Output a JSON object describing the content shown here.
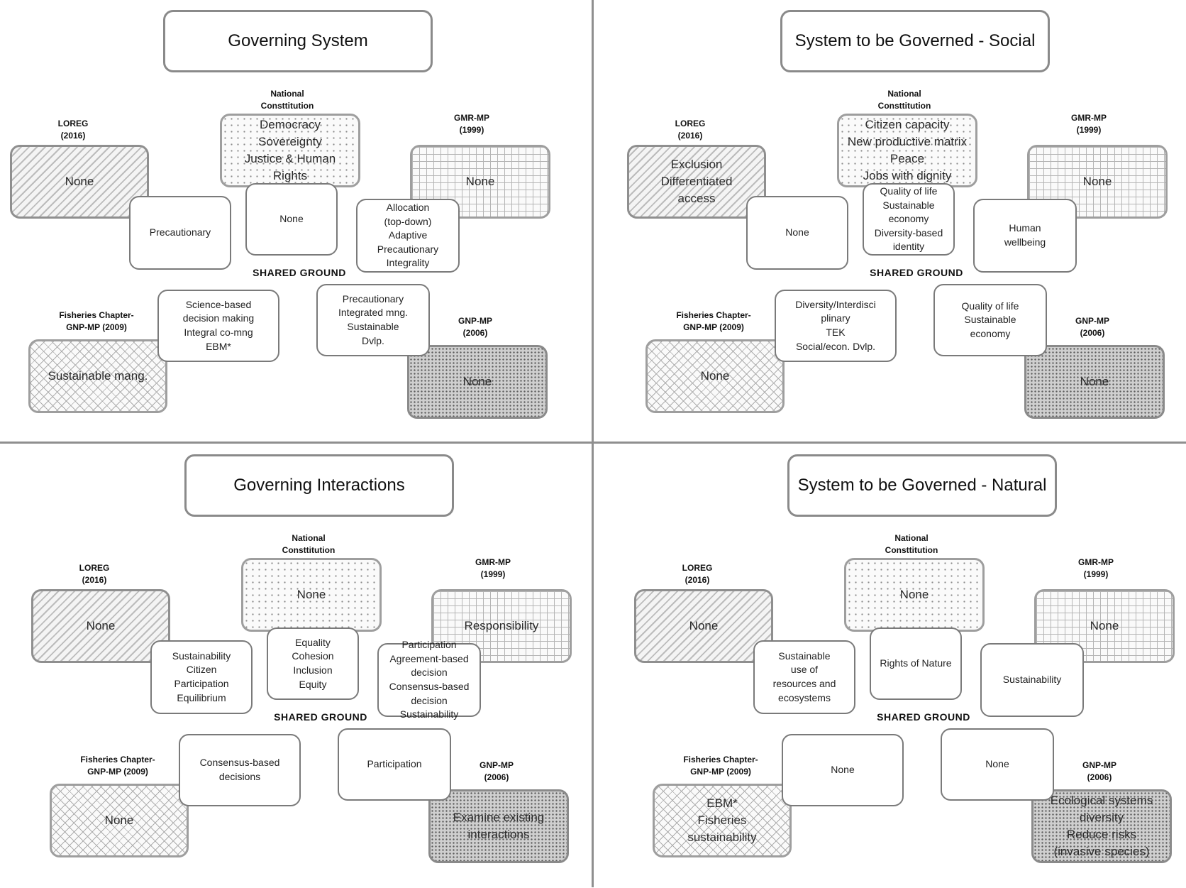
{
  "quadrants": [
    {
      "title": "Governing System",
      "labels": {
        "national": [
          "National",
          "Consttitution"
        ],
        "loreg": [
          "LOREG",
          "(2016)"
        ],
        "gmr": [
          "GMR-MP",
          "(1999)"
        ],
        "fisheries": [
          "Fisheries Chapter-",
          "GNP-MP  (2009)"
        ],
        "gnp": [
          "GNP-MP",
          "(2006)"
        ]
      },
      "shared_ground": "SHARED  GROUND",
      "outer": {
        "national": [
          "Democracy",
          "Sovereignty",
          "Justice & Human",
          "Rights"
        ],
        "loreg": [
          "None"
        ],
        "gmr": [
          "None"
        ],
        "fisheries": [
          "Sustainable mang."
        ],
        "gnp": [
          "None"
        ]
      },
      "inner": {
        "left": [
          "Precautionary"
        ],
        "center": [
          "None"
        ],
        "right": [
          "Allocation",
          "(top-down)",
          "Adaptive",
          "Precautionary",
          "Integrality"
        ],
        "bottom_left": [
          "Science-based",
          "decision making",
          "Integral co-mng",
          "EBM*"
        ],
        "bottom_right": [
          "Precautionary",
          "Integrated mng.",
          "Sustainable",
          "Dvlp."
        ]
      }
    },
    {
      "title": "System to be Governed - Social",
      "labels": {
        "national": [
          "National",
          "Consttitution"
        ],
        "loreg": [
          "LOREG",
          "(2016)"
        ],
        "gmr": [
          "GMR-MP",
          "(1999)"
        ],
        "fisheries": [
          "Fisheries Chapter-",
          "GNP-MP  (2009)"
        ],
        "gnp": [
          "GNP-MP",
          "(2006)"
        ]
      },
      "shared_ground": "SHARED  GROUND",
      "outer": {
        "national": [
          "Citizen capacity",
          "New productive matrix",
          "Peace",
          "Jobs with dignity"
        ],
        "loreg": [
          "Exclusion",
          "Differentiated",
          "access"
        ],
        "gmr": [
          "None"
        ],
        "fisheries": [
          "None"
        ],
        "gnp": [
          "None"
        ]
      },
      "inner": {
        "left": [
          "None"
        ],
        "center": [
          "Quality of life",
          "Sustainable",
          "economy",
          "Diversity-based",
          "identity"
        ],
        "right": [
          "Human",
          "wellbeing"
        ],
        "bottom_left": [
          "Diversity/Interdisci",
          "plinary",
          "TEK",
          "Social/econ. Dvlp."
        ],
        "bottom_right": [
          "Quality of life",
          "Sustainable",
          "economy"
        ]
      }
    },
    {
      "title": "Governing Interactions",
      "labels": {
        "national": [
          "National",
          "Consttitution"
        ],
        "loreg": [
          "LOREG",
          "(2016)"
        ],
        "gmr": [
          "GMR-MP",
          "(1999)"
        ],
        "fisheries": [
          "Fisheries Chapter-",
          "GNP-MP  (2009)"
        ],
        "gnp": [
          "GNP-MP",
          "(2006)"
        ]
      },
      "shared_ground": "SHARED  GROUND",
      "outer": {
        "national": [
          "None"
        ],
        "loreg": [
          "None"
        ],
        "gmr": [
          "Responsibility"
        ],
        "fisheries": [
          "None"
        ],
        "gnp": [
          "Examine existing",
          "interactions"
        ]
      },
      "inner": {
        "left": [
          "Sustainability",
          "Citizen",
          "Participation",
          "Equilibrium"
        ],
        "center": [
          "Equality",
          "Cohesion",
          "Inclusion",
          "Equity"
        ],
        "right": [
          "Participation",
          "Agreement-based  decision",
          "Consensus-based  decision",
          "Sustainability"
        ],
        "bottom_left": [
          "Consensus-based",
          "decisions"
        ],
        "bottom_right": [
          "Participation"
        ]
      }
    },
    {
      "title": "System to be Governed - Natural",
      "labels": {
        "national": [
          "National",
          "Consttitution"
        ],
        "loreg": [
          "LOREG",
          "(2016)"
        ],
        "gmr": [
          "GMR-MP",
          "(1999)"
        ],
        "fisheries": [
          "Fisheries Chapter-",
          "GNP-MP  (2009)"
        ],
        "gnp": [
          "GNP-MP",
          "(2006)"
        ]
      },
      "shared_ground": "SHARED  GROUND",
      "outer": {
        "national": [
          "None"
        ],
        "loreg": [
          "None"
        ],
        "gmr": [
          "None"
        ],
        "fisheries": [
          "EBM*",
          "Fisheries",
          "sustainability"
        ],
        "gnp": [
          "Ecological systems",
          "diversity",
          "Reduce risks",
          "(invasive species)"
        ]
      },
      "inner": {
        "left": [
          "Sustainable",
          "use  of",
          "resources  and",
          "ecosystems"
        ],
        "center": [
          "Rights of Nature"
        ],
        "right": [
          "Sustainability"
        ],
        "bottom_left": [
          "None"
        ],
        "bottom_right": [
          "None"
        ]
      }
    }
  ]
}
